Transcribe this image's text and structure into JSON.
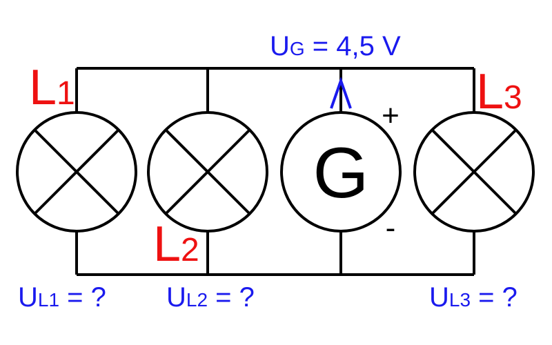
{
  "colors": {
    "wire": "#000000",
    "lamp_label": "#ee1111",
    "voltage_label": "#1a1aee"
  },
  "lamps": [
    {
      "name": "L",
      "index": "1"
    },
    {
      "name": "L",
      "index": "2"
    },
    {
      "name": "L",
      "index": "3"
    }
  ],
  "generator": {
    "symbol": "G",
    "plus": "+",
    "minus": "-",
    "voltage": {
      "symbol": "U",
      "sub": "G",
      "rest": " = 4,5 V"
    }
  },
  "voltages": [
    {
      "symbol": "U",
      "sub": "L1",
      "rest": " = ?"
    },
    {
      "symbol": "U",
      "sub": "L2",
      "rest": " = ?"
    },
    {
      "symbol": "U",
      "sub": "L3",
      "rest": " = ?"
    }
  ]
}
